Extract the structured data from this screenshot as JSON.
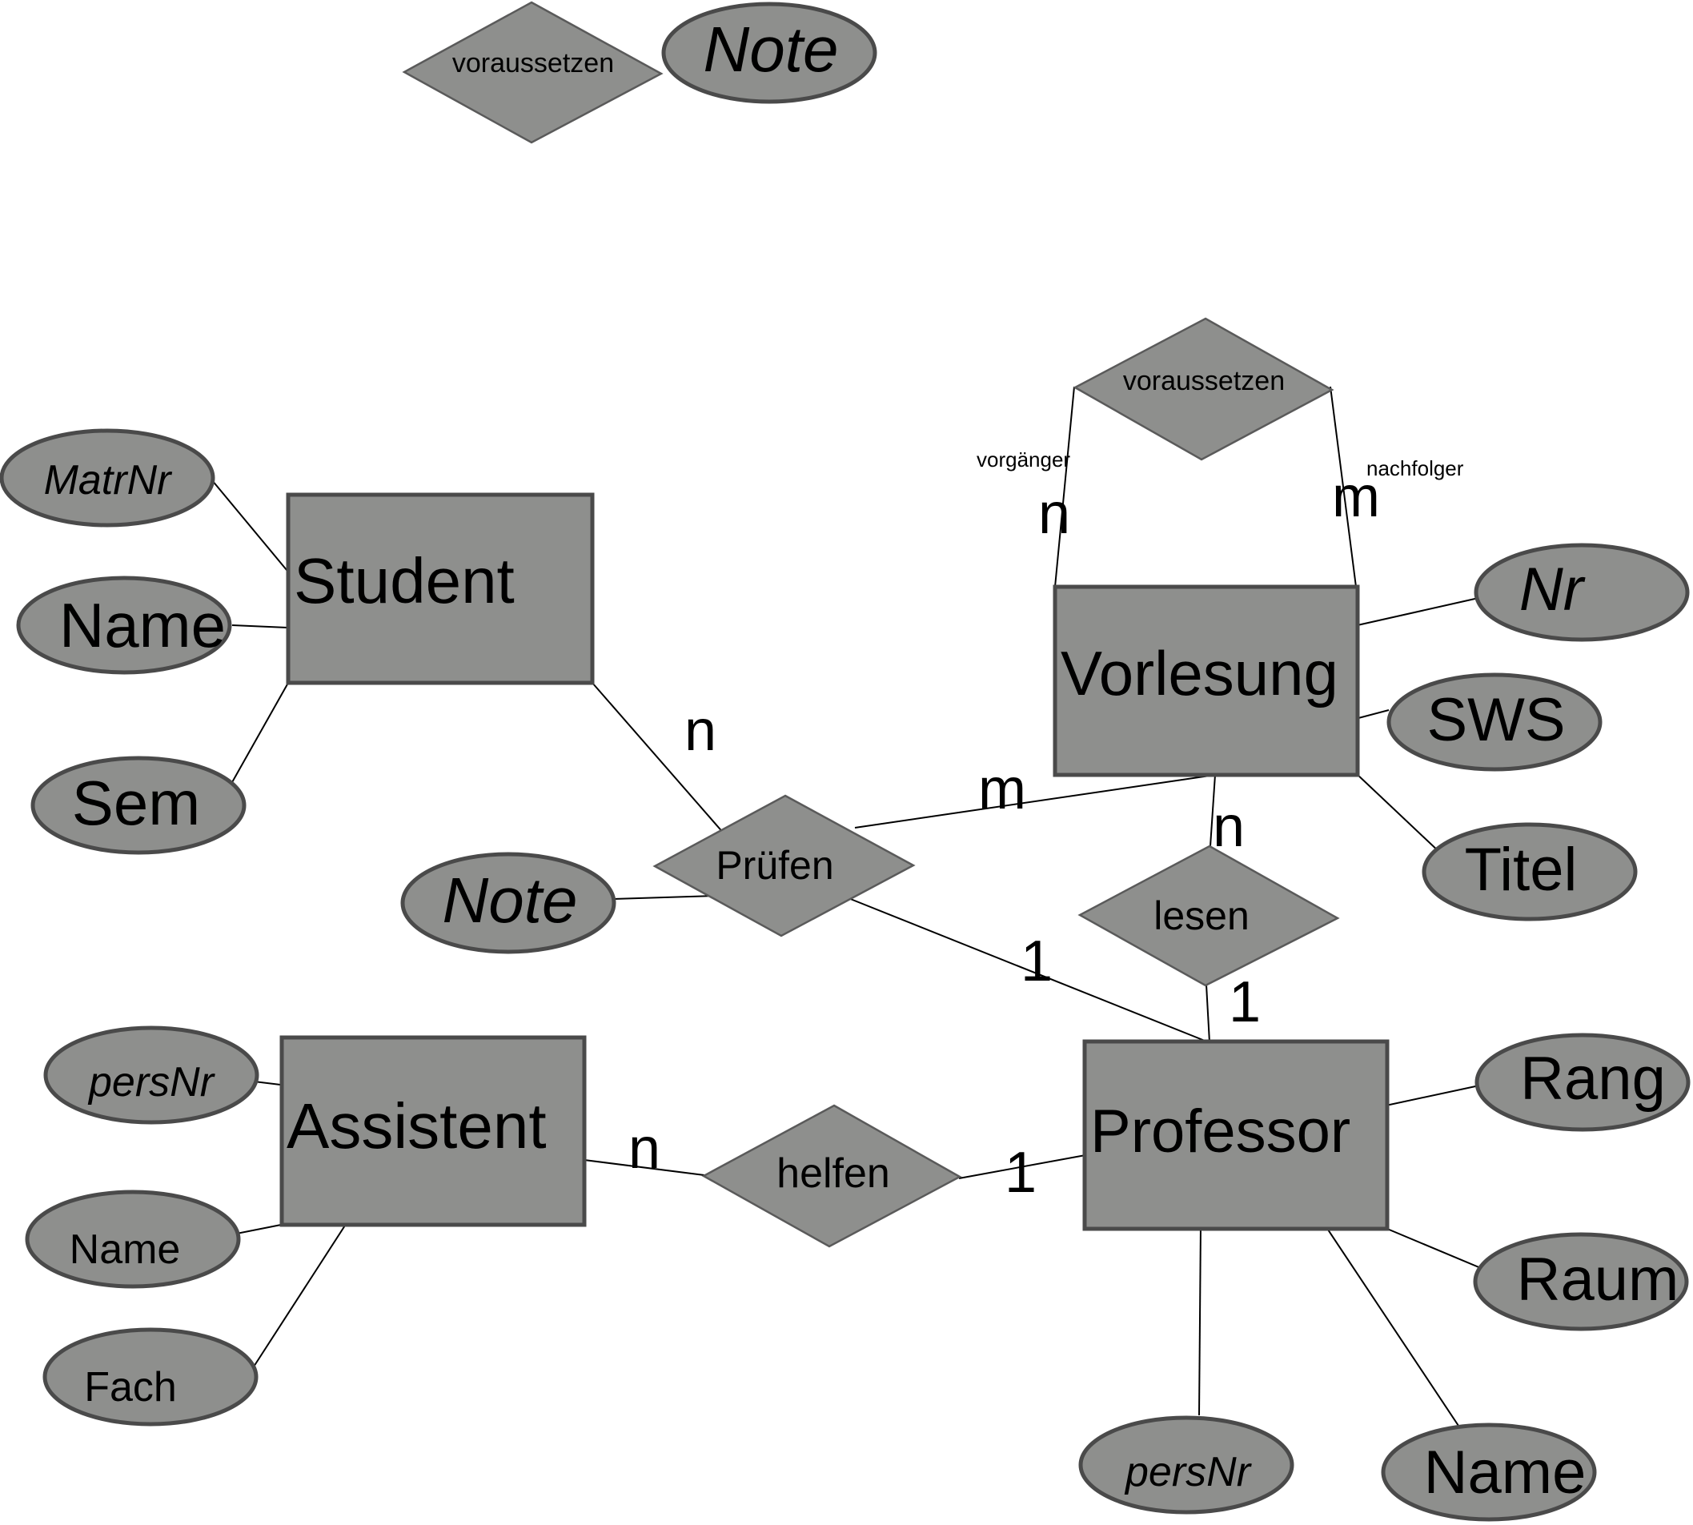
{
  "colors": {
    "fill": "#8e8f8d",
    "stroke": "#4a4a4a",
    "line": "#000000"
  },
  "entities": {
    "student": "Student",
    "vorlesung": "Vorlesung",
    "assistent": "Assistent",
    "professor": "Professor"
  },
  "relationships": {
    "voraussetzen_top": "voraussetzen",
    "voraussetzen": "voraussetzen",
    "pruefen": "Prüfen",
    "lesen": "lesen",
    "helfen": "helfen"
  },
  "attributes": {
    "note_top": "Note",
    "student_matrnr": "MatrNr",
    "student_name": "Name",
    "student_sem": "Sem",
    "vorlesung_nr": "Nr",
    "vorlesung_sws": "SWS",
    "vorlesung_titel": "Titel",
    "pruefen_note": "Note",
    "assistent_persnr": "persNr",
    "assistent_name": "Name",
    "assistent_fach": "Fach",
    "professor_rang": "Rang",
    "professor_raum": "Raum",
    "professor_persnr": "persNr",
    "professor_name": "Name"
  },
  "roles": {
    "vorgaenger": "vorgänger",
    "nachfolger": "nachfolger"
  },
  "cardinalities": {
    "voraussetzen_vorgaenger": "n",
    "voraussetzen_nachfolger": "m",
    "student_pruefen": "n",
    "vorlesung_pruefen": "m",
    "vorlesung_lesen": "n",
    "professor_pruefen": "1",
    "professor_lesen": "1",
    "assistent_helfen": "n",
    "professor_helfen": "1"
  }
}
